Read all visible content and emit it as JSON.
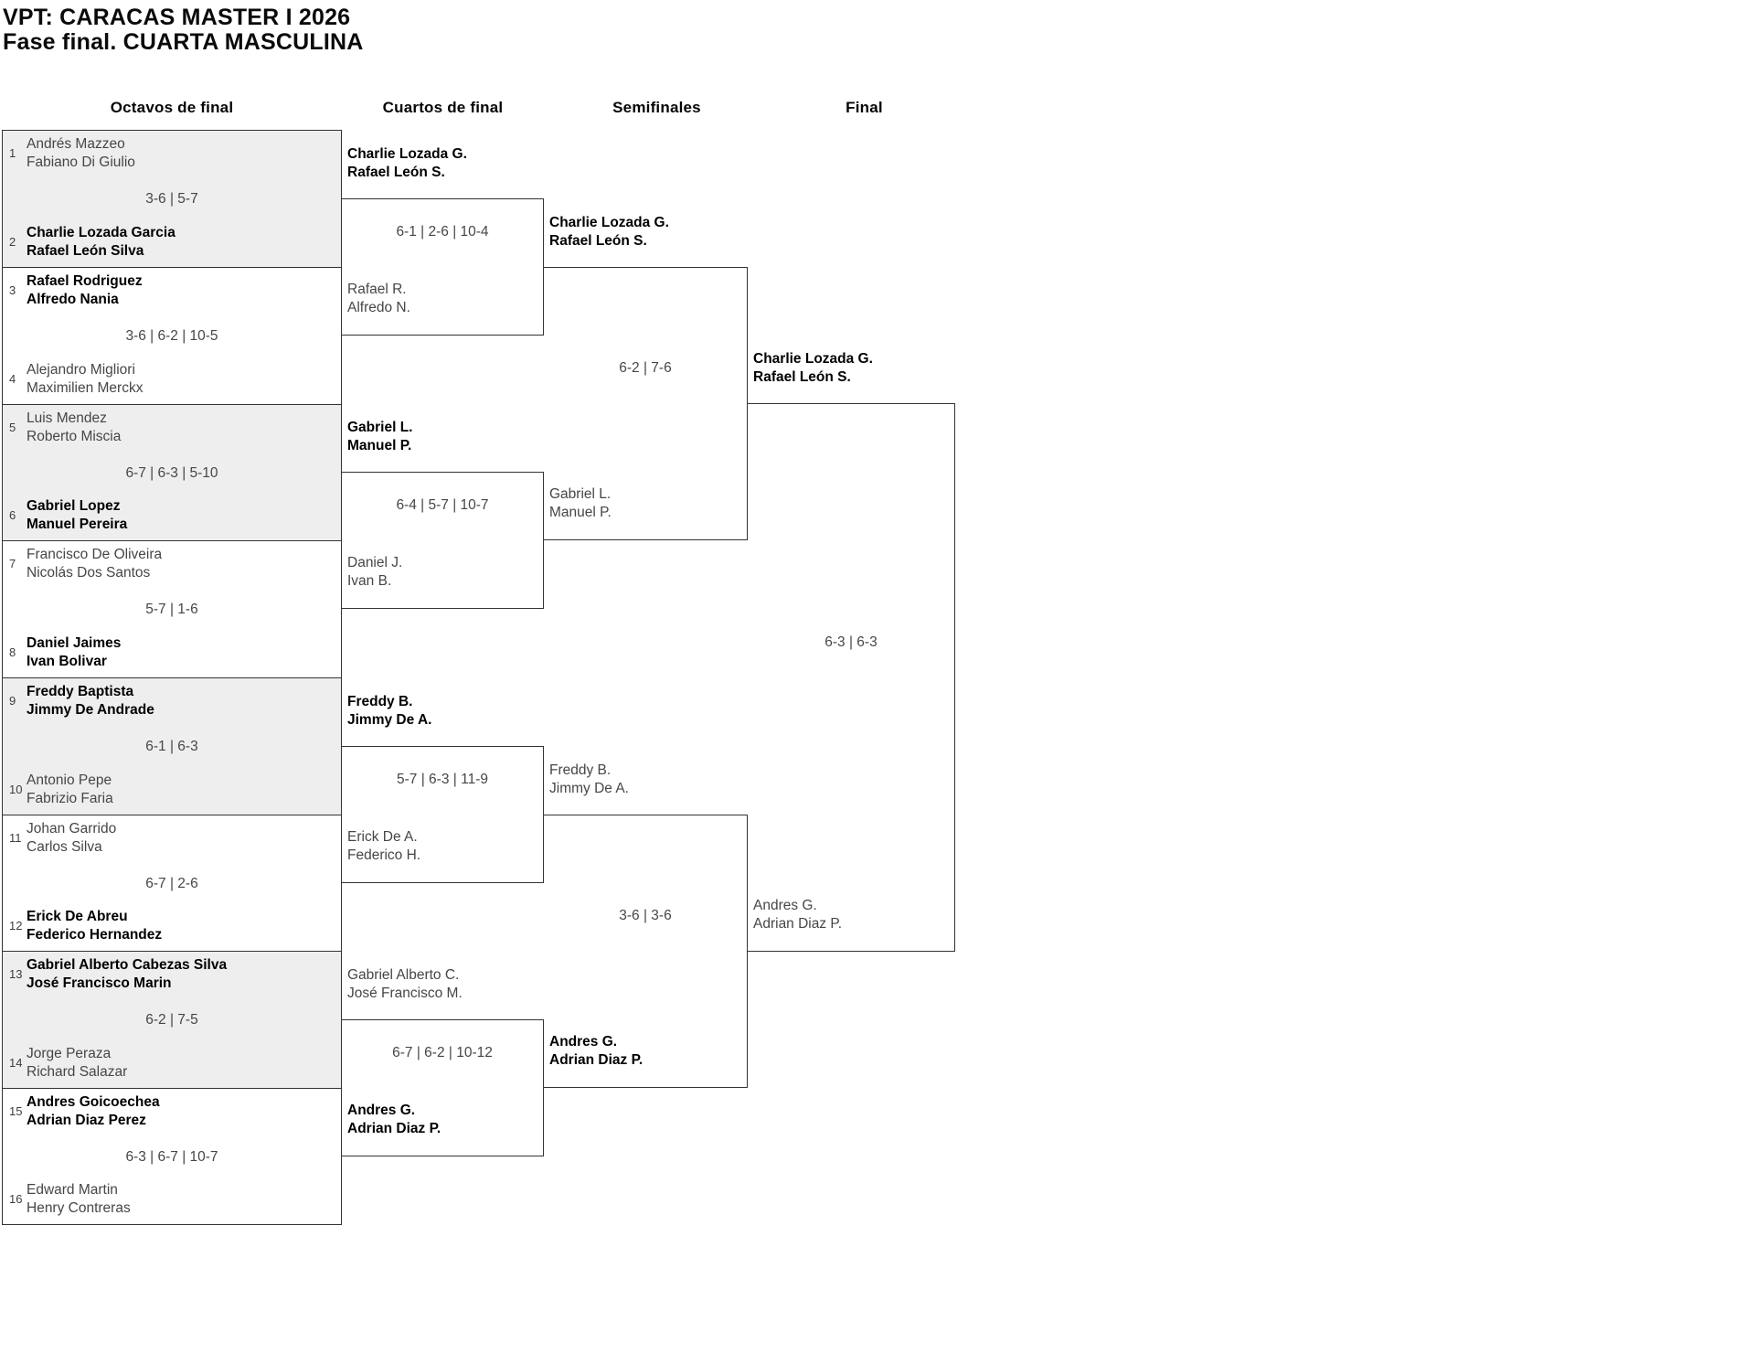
{
  "title": {
    "line1": "VPT: CARACAS MASTER I 2026",
    "line2": "Fase final. CUARTA MASCULINA"
  },
  "round_headers": [
    {
      "label": "Octavos de final"
    },
    {
      "label": "Cuartos de final"
    },
    {
      "label": "Semifinales"
    },
    {
      "label": "Final"
    }
  ],
  "octavos": [
    {
      "seed1": "1",
      "t1a": "Andrés Mazzeo",
      "t1b": "Fabiano Di Giulio",
      "w1": false,
      "score": "3-6 | 5-7",
      "seed2": "2",
      "t2a": "Charlie Lozada Garcia",
      "t2b": "Rafael León Silva",
      "w2": true
    },
    {
      "seed1": "3",
      "t1a": "Rafael Rodriguez",
      "t1b": "Alfredo Nania",
      "w1": true,
      "score": "3-6 | 6-2 | 10-5",
      "seed2": "4",
      "t2a": "Alejandro Migliori",
      "t2b": "Maximilien Merckx",
      "w2": false
    },
    {
      "seed1": "5",
      "t1a": "Luis Mendez",
      "t1b": "Roberto Miscia",
      "w1": false,
      "score": "6-7 | 6-3 | 5-10",
      "seed2": "6",
      "t2a": "Gabriel Lopez",
      "t2b": "Manuel Pereira",
      "w2": true
    },
    {
      "seed1": "7",
      "t1a": "Francisco De Oliveira",
      "t1b": "Nicolás Dos Santos",
      "w1": false,
      "score": "5-7 | 1-6",
      "seed2": "8",
      "t2a": "Daniel Jaimes",
      "t2b": "Ivan Bolivar",
      "w2": true
    },
    {
      "seed1": "9",
      "t1a": "Freddy Baptista",
      "t1b": "Jimmy De Andrade",
      "w1": true,
      "score": "6-1 | 6-3",
      "seed2": "10",
      "t2a": "Antonio Pepe",
      "t2b": "Fabrizio Faria",
      "w2": false
    },
    {
      "seed1": "11",
      "t1a": "Johan Garrido",
      "t1b": "Carlos Silva",
      "w1": false,
      "score": "6-7 | 2-6",
      "seed2": "12",
      "t2a": "Erick De Abreu",
      "t2b": "Federico Hernandez",
      "w2": true
    },
    {
      "seed1": "13",
      "t1a": "Gabriel Alberto Cabezas Silva",
      "t1b": "José Francisco Marin",
      "w1": true,
      "score": "6-2 | 7-5",
      "seed2": "14",
      "t2a": "Jorge Peraza",
      "t2b": "Richard Salazar",
      "w2": false
    },
    {
      "seed1": "15",
      "t1a": "Andres Goicoechea",
      "t1b": "Adrian Diaz Perez",
      "w1": true,
      "score": "6-3 | 6-7 | 10-7",
      "seed2": "16",
      "t2a": "Edward Martin",
      "t2b": "Henry Contreras",
      "w2": false
    }
  ],
  "cuartos": [
    {
      "t1a": "Charlie Lozada G.",
      "t1b": "Rafael León S.",
      "w1": true,
      "score": "6-1 | 2-6 | 10-4",
      "t2a": "Rafael R.",
      "t2b": "Alfredo N.",
      "w2": false
    },
    {
      "t1a": "Gabriel L.",
      "t1b": "Manuel P.",
      "w1": true,
      "score": "6-4 | 5-7 | 10-7",
      "t2a": "Daniel J.",
      "t2b": "Ivan B.",
      "w2": false
    },
    {
      "t1a": "Freddy B.",
      "t1b": "Jimmy De A.",
      "w1": true,
      "score": "5-7 | 6-3 | 11-9",
      "t2a": "Erick De A.",
      "t2b": "Federico H.",
      "w2": false
    },
    {
      "t1a": "Gabriel Alberto C.",
      "t1b": "José Francisco M.",
      "w1": false,
      "score": "6-7 | 6-2 | 10-12",
      "t2a": "Andres G.",
      "t2b": "Adrian Diaz P.",
      "w2": true
    }
  ],
  "semifinales": [
    {
      "t1a": "Charlie Lozada G.",
      "t1b": "Rafael León S.",
      "w1": true,
      "score": "6-2 | 7-6",
      "t2a": "Gabriel L.",
      "t2b": "Manuel P.",
      "w2": false
    },
    {
      "t1a": "Freddy B.",
      "t1b": "Jimmy De A.",
      "w1": false,
      "score": "3-6 | 3-6",
      "t2a": "Andres G.",
      "t2b": "Adrian Diaz P.",
      "w2": true
    }
  ],
  "final": {
    "t1a": "Charlie Lozada G.",
    "t1b": "Rafael León S.",
    "w1": true,
    "score": "6-3 | 6-3",
    "t2a": "Andres G.",
    "t2b": "Adrian Diaz P.",
    "w2": false
  },
  "colors": {
    "shaded_row": "#eeeeee",
    "border": "#333333",
    "winner_text": "#000000",
    "loser_text": "#464646",
    "background": "#ffffff"
  }
}
